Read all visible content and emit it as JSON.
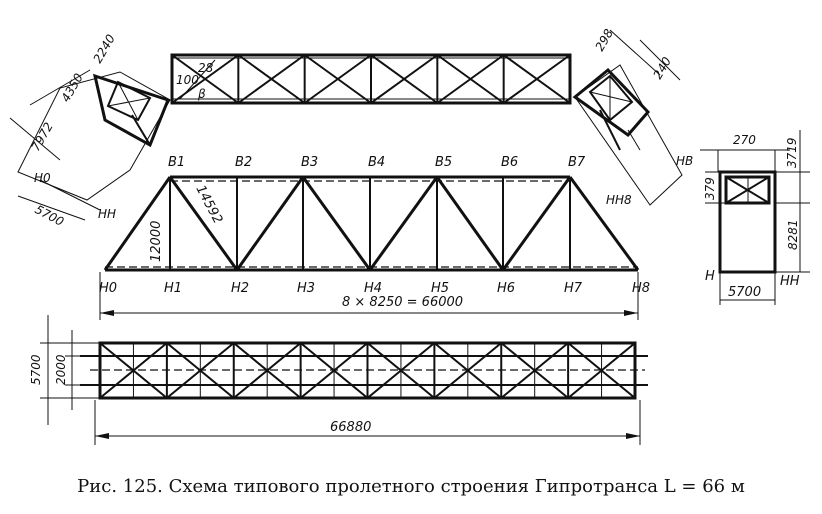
{
  "diagram": {
    "top_nodes": [
      "B1",
      "B2",
      "B3",
      "B4",
      "B5",
      "B6",
      "B7"
    ],
    "bottom_nodes": [
      "H0",
      "H1",
      "H2",
      "H3",
      "H4",
      "H5",
      "H6",
      "H7",
      "H8"
    ],
    "dims": {
      "height": "12000",
      "diagonal": "14592",
      "span": "8 × 8250 = 66000",
      "plan_length": "66880",
      "plan_width_outer": "5700",
      "plan_width_inner": "2000",
      "portal_a": "2240",
      "portal_b": "4350",
      "portal_c": "7972",
      "portal_width": "5700",
      "portal_h0": "H0",
      "portal_hh": "HH",
      "angle_a": "100",
      "angle_b": "28",
      "beta": "β",
      "right_portal_a": "298",
      "right_portal_b": "240",
      "right_portal_node": "HH8",
      "sect_top_w": "270",
      "sect_a": "3719",
      "sect_b": "379",
      "sect_c": "8281",
      "sect_w": "5700",
      "sect_h": "H",
      "sect_hh": "HH",
      "sect_hb": "HB"
    }
  },
  "caption": "Рис. 125. Схема типового пролетного строения Гипротранса L = 66 м"
}
